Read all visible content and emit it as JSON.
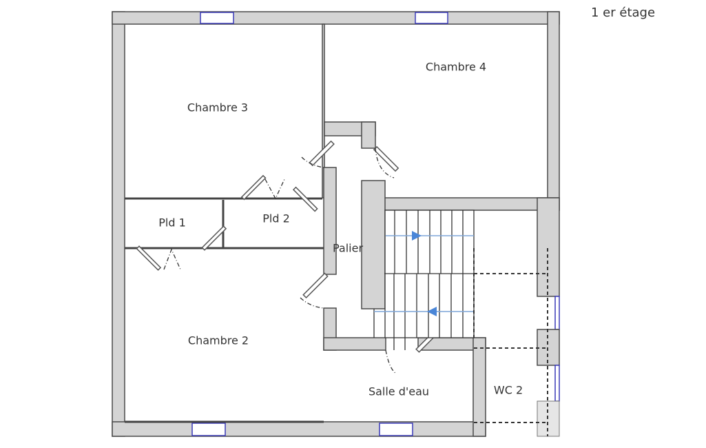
{
  "floor_title": "1 er étage",
  "rooms": {
    "chambre3": "Chambre 3",
    "chambre4": "Chambre 4",
    "pld1": "Pld 1",
    "pld2": "Pld 2",
    "palier": "Palier",
    "chambre2": "Chambre 2",
    "salle_deau": "Salle d'eau",
    "wc2": "WC 2"
  },
  "colors": {
    "wall": "#d4d4d4",
    "window": "#3a3ab8",
    "stair_arrow": "#4a86d8"
  }
}
